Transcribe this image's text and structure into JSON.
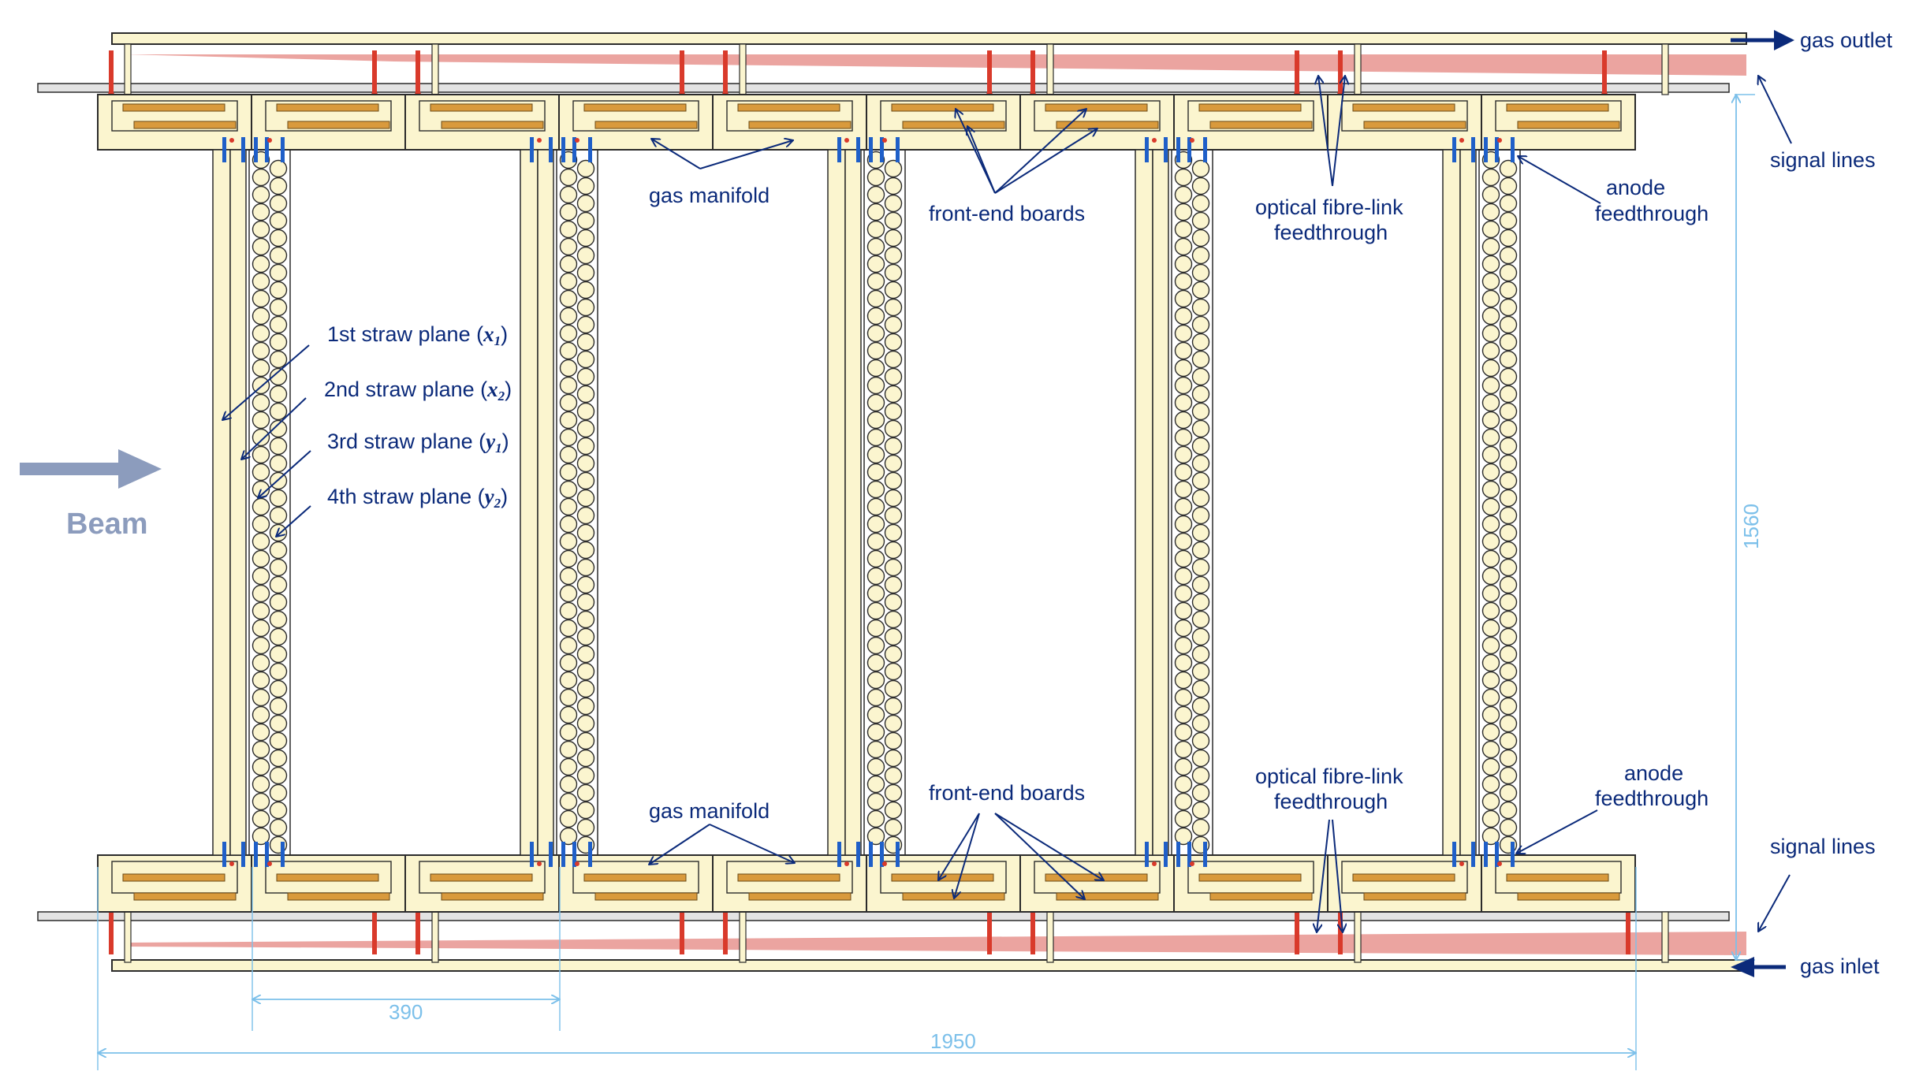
{
  "labels": {
    "gas_outlet": "gas outlet",
    "gas_inlet": "gas inlet",
    "signal_lines_top": "signal lines",
    "signal_lines_bottom": "signal lines",
    "gas_manifold_top": "gas manifold",
    "gas_manifold_bottom": "gas manifold",
    "front_end_boards_top": "front-end boards",
    "front_end_boards_bottom": "front-end boards",
    "optical_top_1": "optical fibre-link",
    "optical_top_2": "feedthrough",
    "optical_bottom_1": "optical fibre-link",
    "optical_bottom_2": "feedthrough",
    "anode_top_1": "anode",
    "anode_top_2": "feedthrough",
    "anode_bottom_1": "anode",
    "anode_bottom_2": "feedthrough",
    "beam": "Beam",
    "plane1": "1st straw plane (",
    "plane1_var": "x",
    "plane1_sub": "1",
    "plane2": "2nd straw plane (",
    "plane2_var": "x",
    "plane2_sub": "2",
    "plane3": "3rd straw plane (",
    "plane3_var": "y",
    "plane3_sub": "1",
    "plane4": "4th straw plane (",
    "plane4_var": "y",
    "plane4_sub": "2",
    "close_paren": ")"
  },
  "dimensions": {
    "module_pitch": "390",
    "total_length": "1950",
    "height": "1560"
  },
  "colors": {
    "frame_fill": "#fbf5cf",
    "frame_stroke": "#2b2b2b",
    "board_fill": "#d99a3c",
    "straw_fill": "#fbf5cf",
    "feedthrough_blue": "#1f5fc8",
    "pipe_red": "#d93a2b",
    "gas_stream": "#e99a96",
    "annotation_blue": "#0b2a7a",
    "dimension_blue": "#7cc0ea",
    "beam_arrow": "#8c9cbd",
    "rail_fill": "#e3e3e3"
  }
}
